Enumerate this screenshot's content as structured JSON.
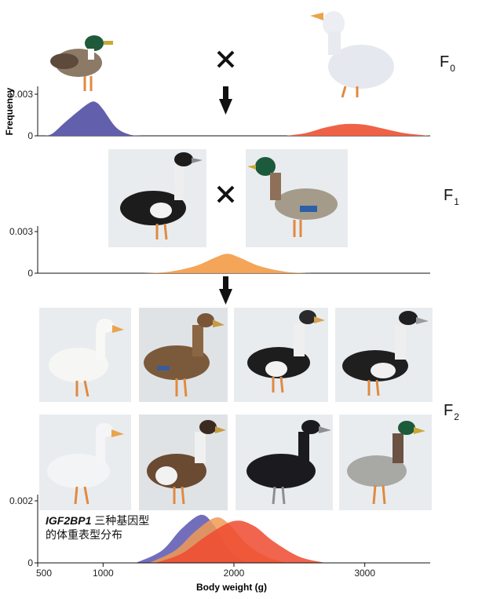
{
  "generations": [
    {
      "label": "F",
      "sub": "0"
    },
    {
      "label": "F",
      "sub": "1"
    },
    {
      "label": "F",
      "sub": "2"
    }
  ],
  "ylabel": "Frequency",
  "xlabel": "Body weight (g)",
  "cross_symbol": "×",
  "annotation": {
    "gene": "IGF2BP1",
    "line1_rest": " 三种基因型",
    "line2": "的体重表型分布"
  },
  "icons": [
    "duck-photo",
    "down-arrow-icon",
    "cross-icon"
  ],
  "colors": {
    "mallard": "#5a57a8",
    "pekin": "#ee5a3c",
    "f1": "#f3a04f",
    "f2_blue": "#5b55b0",
    "f2_orange": "#f09a55",
    "f2_red": "#ee4a2f"
  },
  "chart_data": [
    {
      "type": "area",
      "panel": "F0",
      "yticks": [
        0,
        0.003
      ],
      "series": [
        {
          "values": [
            [
              500,
              0
            ],
            [
              600,
              0.0001
            ],
            [
              700,
              0.0009
            ],
            [
              800,
              0.0017
            ],
            [
              900,
              0.0024
            ],
            [
              950,
              0.0024
            ],
            [
              1000,
              0.0019
            ],
            [
              1100,
              0.0006
            ],
            [
              1200,
              0.0001
            ],
            [
              1300,
              0
            ]
          ]
        },
        {
          "values": [
            [
              2400,
              0
            ],
            [
              2550,
              0.0002
            ],
            [
              2700,
              0.0006
            ],
            [
              2850,
              0.00085
            ],
            [
              3000,
              0.0008
            ],
            [
              3150,
              0.0005
            ],
            [
              3300,
              0.0002
            ],
            [
              3500,
              0
            ]
          ]
        }
      ]
    },
    {
      "type": "area",
      "panel": "F1",
      "yticks": [
        0,
        0.003
      ],
      "series": [
        {
          "values": [
            [
              1300,
              0
            ],
            [
              1500,
              0.0001
            ],
            [
              1700,
              0.0005
            ],
            [
              1850,
              0.0011
            ],
            [
              1950,
              0.0014
            ],
            [
              2050,
              0.0011
            ],
            [
              2200,
              0.0005
            ],
            [
              2400,
              0.0001
            ],
            [
              2600,
              0
            ]
          ]
        }
      ]
    },
    {
      "type": "area",
      "panel": "F2",
      "yticks": [
        0,
        0.002
      ],
      "xticks": [
        500,
        1000,
        2000,
        3000
      ],
      "xlim": [
        500,
        3500
      ],
      "series": [
        {
          "values": [
            [
              1250,
              0
            ],
            [
              1450,
              0.0004
            ],
            [
              1600,
              0.0011
            ],
            [
              1750,
              0.00155
            ],
            [
              1850,
              0.0012
            ],
            [
              1950,
              0.0005
            ],
            [
              2050,
              0.0001
            ],
            [
              2150,
              0
            ]
          ]
        },
        {
          "values": [
            [
              1350,
              0
            ],
            [
              1550,
              0.0004
            ],
            [
              1700,
              0.001
            ],
            [
              1850,
              0.00145
            ],
            [
              1950,
              0.0013
            ],
            [
              2100,
              0.0006
            ],
            [
              2250,
              0.0002
            ],
            [
              2400,
              0
            ]
          ]
        },
        {
          "values": [
            [
              1400,
              0
            ],
            [
              1600,
              0.0003
            ],
            [
              1800,
              0.0009
            ],
            [
              2000,
              0.00135
            ],
            [
              2150,
              0.0012
            ],
            [
              2300,
              0.0007
            ],
            [
              2500,
              0.0002
            ],
            [
              2700,
              0
            ]
          ]
        }
      ]
    }
  ]
}
